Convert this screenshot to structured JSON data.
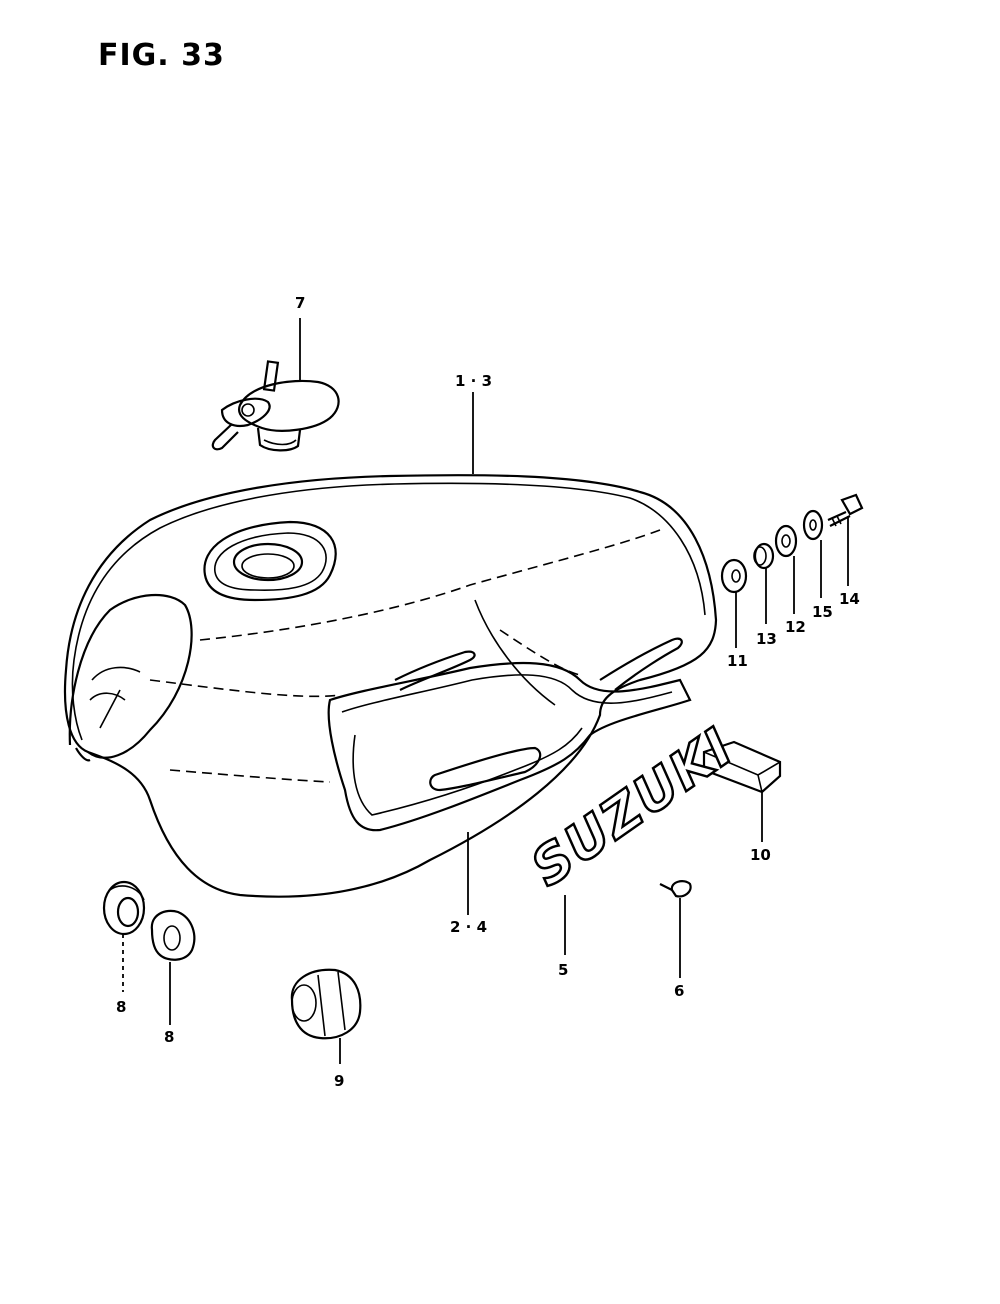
{
  "figure": {
    "title": "FIG. 33"
  },
  "labels": {
    "p1_3": "1 · 3",
    "p2_4": "2 · 4",
    "p5": "5",
    "p6": "6",
    "p7": "7",
    "p8a": "8",
    "p8b": "8",
    "p9": "9",
    "p10": "10",
    "p11": "11",
    "p12": "12",
    "p13": "13",
    "p14": "14",
    "p15": "15"
  },
  "emblem": {
    "text": "SUZUKI"
  }
}
